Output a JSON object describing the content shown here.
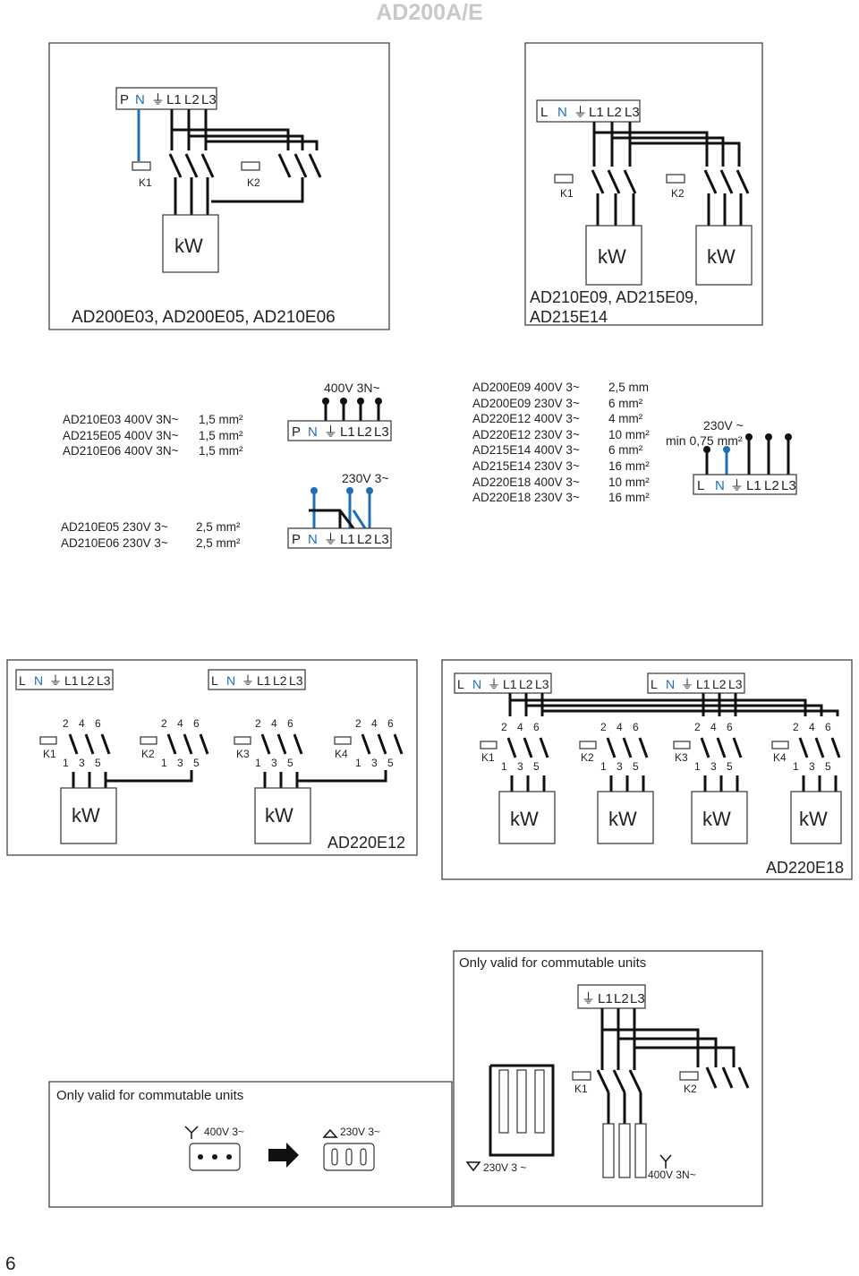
{
  "document_title": "AD200A/E",
  "page_number": "6",
  "diagram1": {
    "terminals": [
      "P",
      "N",
      "⏚",
      "L1",
      "L2",
      "L3"
    ],
    "contactors": [
      "K1",
      "K2"
    ],
    "load": "kW",
    "caption": "AD200E03, AD200E05, AD210E06"
  },
  "diagram2": {
    "terminals": [
      "L",
      "N",
      "⏚",
      "L1",
      "L2",
      "L3"
    ],
    "contactors": [
      "K1",
      "K2"
    ],
    "loads": [
      "kW",
      "kW"
    ],
    "caption_line1": "AD210E09, AD215E09,",
    "caption_line2": "AD215E14"
  },
  "specs_left": {
    "rows": [
      {
        "model": "AD210E03 400V 3N~",
        "section": "1,5 mm²"
      },
      {
        "model": "AD215E05 400V 3N~",
        "section": "1,5 mm²"
      },
      {
        "model": "AD210E06 400V 3N~",
        "section": "1,5 mm²"
      }
    ],
    "rows2": [
      {
        "model": "AD210E05 230V 3~",
        "section": "2,5 mm²"
      },
      {
        "model": "AD210E06 230V 3~",
        "section": "2,5 mm²"
      }
    ]
  },
  "bridge": {
    "voltage_top": "400V 3N~",
    "voltage_bottom": "230V 3~",
    "terminals": [
      "P",
      "N",
      "⏚",
      "L1",
      "L2",
      "L3"
    ]
  },
  "specs_middle": {
    "rows": [
      {
        "model": "AD200E09 400V 3~",
        "section": "2,5 mm"
      },
      {
        "model": "AD200E09 230V 3~",
        "section": "6 mm²"
      },
      {
        "model": "AD220E12 400V 3~",
        "section": "4 mm²"
      },
      {
        "model": "AD220E12 230V 3~",
        "section": "10 mm²"
      },
      {
        "model": "AD215E14 400V 3~",
        "section": "6 mm²"
      },
      {
        "model": "AD215E14 230V 3~",
        "section": "16 mm²"
      },
      {
        "model": "AD220E18 400V 3~",
        "section": "10 mm²"
      },
      {
        "model": "AD220E18 230V 3~",
        "section": "16 mm²"
      }
    ]
  },
  "control": {
    "voltage": "230V ~",
    "min_section": "min 0,75 mm²",
    "terminals": [
      "L",
      "N",
      "⏚",
      "L1",
      "L2",
      "L3"
    ]
  },
  "diagram_e12": {
    "terminals": [
      "L",
      "N",
      "⏚",
      "L1",
      "L2",
      "L3"
    ],
    "contactors": [
      "K1",
      "K2",
      "K3",
      "K4"
    ],
    "top_numbers": [
      "2",
      "4",
      "6"
    ],
    "bottom_numbers": [
      "1",
      "3",
      "5"
    ],
    "loads": [
      "kW",
      "kW"
    ],
    "caption": "AD220E12"
  },
  "diagram_e18": {
    "terminals": [
      "L",
      "N",
      "⏚",
      "L1",
      "L2",
      "L3"
    ],
    "contactors": [
      "K1",
      "K2",
      "K3",
      "K4"
    ],
    "top_numbers": [
      "2",
      "4",
      "6"
    ],
    "bottom_numbers": [
      "1",
      "3",
      "5"
    ],
    "loads": [
      "kW",
      "kW",
      "kW",
      "kW"
    ],
    "caption": "AD220E18"
  },
  "commutable_right": {
    "heading": "Only valid for commutable units",
    "terminals": [
      "⏚",
      "L1",
      "L2",
      "L3"
    ],
    "contactors": [
      "K1",
      "K2"
    ],
    "delta_label": "230V 3 ~",
    "star_label": "400V 3N~"
  },
  "commutable_left": {
    "heading": "Only valid for commutable units",
    "star_label": "400V 3~",
    "delta_label": "230V 3~"
  }
}
